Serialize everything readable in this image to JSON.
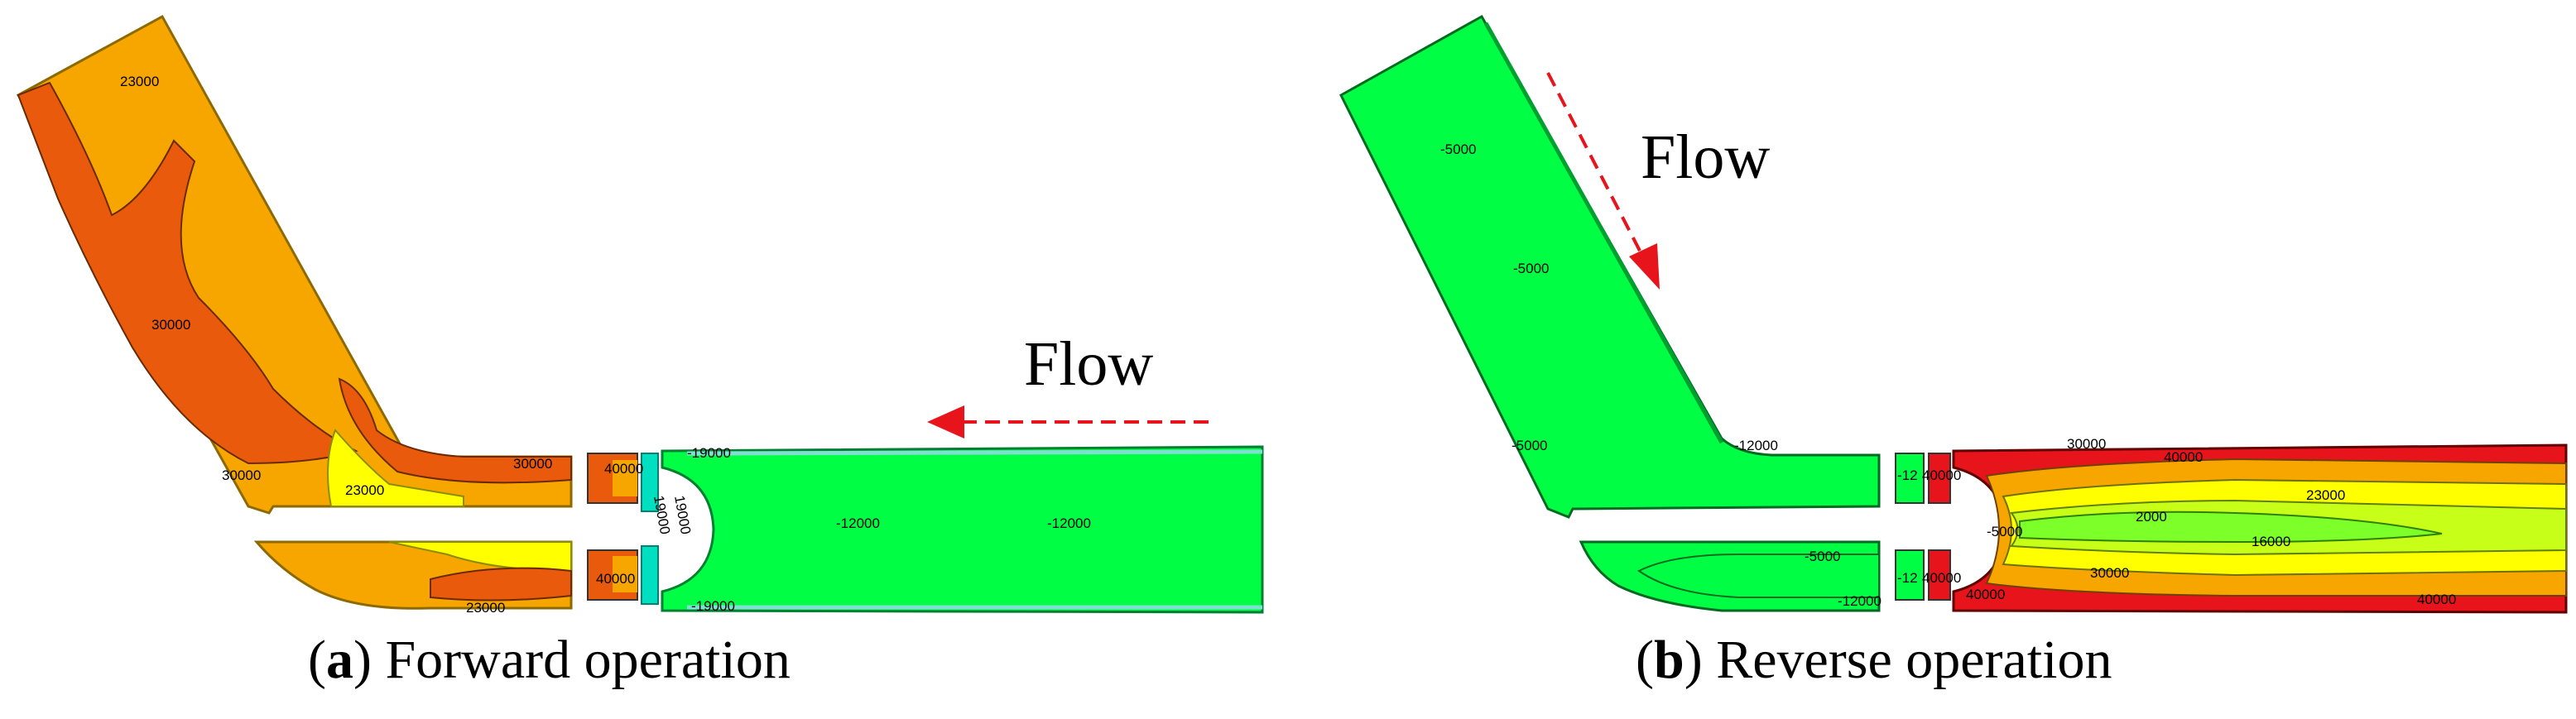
{
  "panels": [
    {
      "id": "a",
      "letter": "a",
      "caption": "Forward operation",
      "flow_label": "Flow",
      "contour_labels": [
        "23000",
        "30000",
        "30000",
        "23000",
        "30000",
        "40000",
        "19000",
        "19000",
        "40000",
        "23000",
        "-12000",
        "-12000",
        "-19000",
        "-19000"
      ]
    },
    {
      "id": "b",
      "letter": "b",
      "caption": "Reverse operation",
      "flow_label": "Flow",
      "contour_labels": [
        "-5000",
        "-5000",
        "-5000",
        "-12000",
        "-12",
        "40000",
        "30000",
        "40000",
        "23000",
        "-5000",
        "2000",
        "16000",
        "30000",
        "-5000",
        "-12000",
        "-12",
        "40000",
        "40000",
        "40000"
      ]
    }
  ],
  "colors": {
    "orange": "#f7a600",
    "dark_orange": "#ea5a0c",
    "yellow": "#ffff00",
    "green": "#00ff44",
    "light_green": "#7dff2a",
    "yellow_green": "#c8ff18",
    "red": "#e8141c",
    "arrow": "#e8141c",
    "cyan": "#00e0c0"
  }
}
